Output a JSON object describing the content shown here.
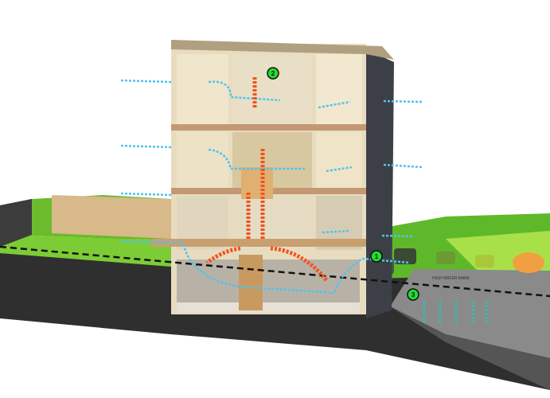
{
  "diagram": {
    "markers": [
      {
        "id": "1",
        "label": "1"
      },
      {
        "id": "2",
        "label": "2"
      },
      {
        "id": "3",
        "label": "3"
      }
    ],
    "high_water_mark_label": "HIGH WATER MARK",
    "colors": {
      "airflow": "#4fc3f0",
      "heat": "#f4511e",
      "drainage": "#1ec8b4",
      "marker": "#22dd33",
      "lawn": "#6cc32c",
      "soil": "#3a3a3a"
    }
  }
}
